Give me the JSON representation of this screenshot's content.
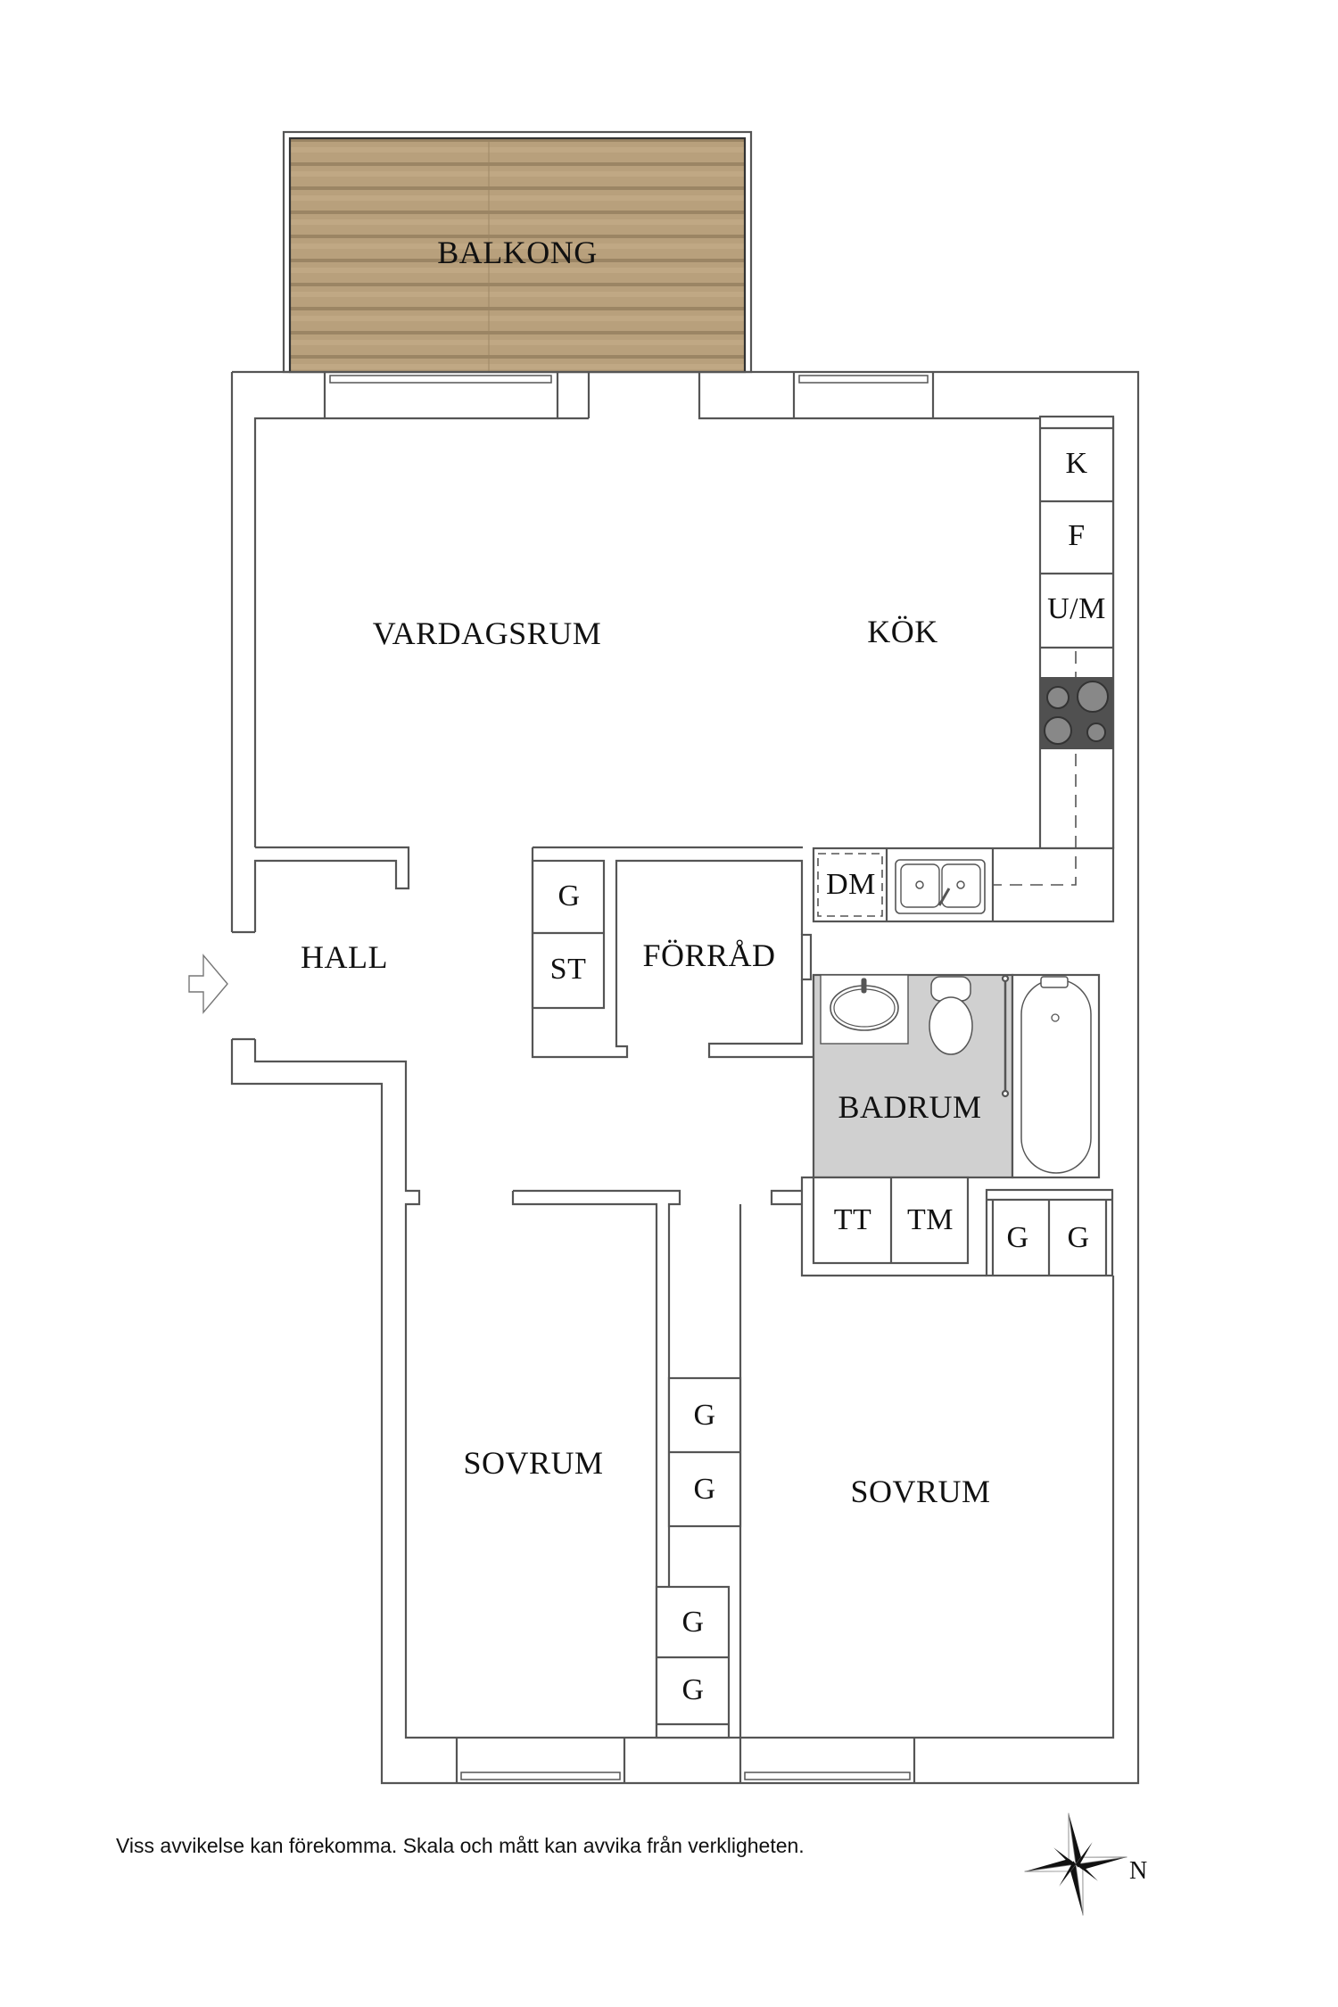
{
  "plan": {
    "rooms": {
      "balcony": "BALKONG",
      "living_room": "VARDAGSRUM",
      "kitchen": "KÖK",
      "hall": "HALL",
      "storage": "FÖRRÅD",
      "bathroom": "BADRUM",
      "bedroom_left": "SOVRUM",
      "bedroom_right": "SOVRUM"
    },
    "fixtures": {
      "kitchen_column": [
        "K",
        "F",
        "U/M"
      ],
      "dishwasher": "DM",
      "hall_closets": [
        "G",
        "ST"
      ],
      "laundry": [
        "TT",
        "TM"
      ],
      "right_bedroom_closets": [
        "G",
        "G"
      ],
      "left_bedroom_upper_closets": [
        "G",
        "G"
      ],
      "left_bedroom_lower_closets": [
        "G",
        "G"
      ]
    },
    "colors": {
      "wall_line": "#555555",
      "balcony_wood": "#b49c78",
      "bathroom_floor": "#d0d0d0",
      "stove": "#505050"
    }
  },
  "footer": {
    "disclaimer": "Viss avvikelse kan förekomma. Skala och mått kan avvika från verkligheten.",
    "compass_label": "N"
  }
}
